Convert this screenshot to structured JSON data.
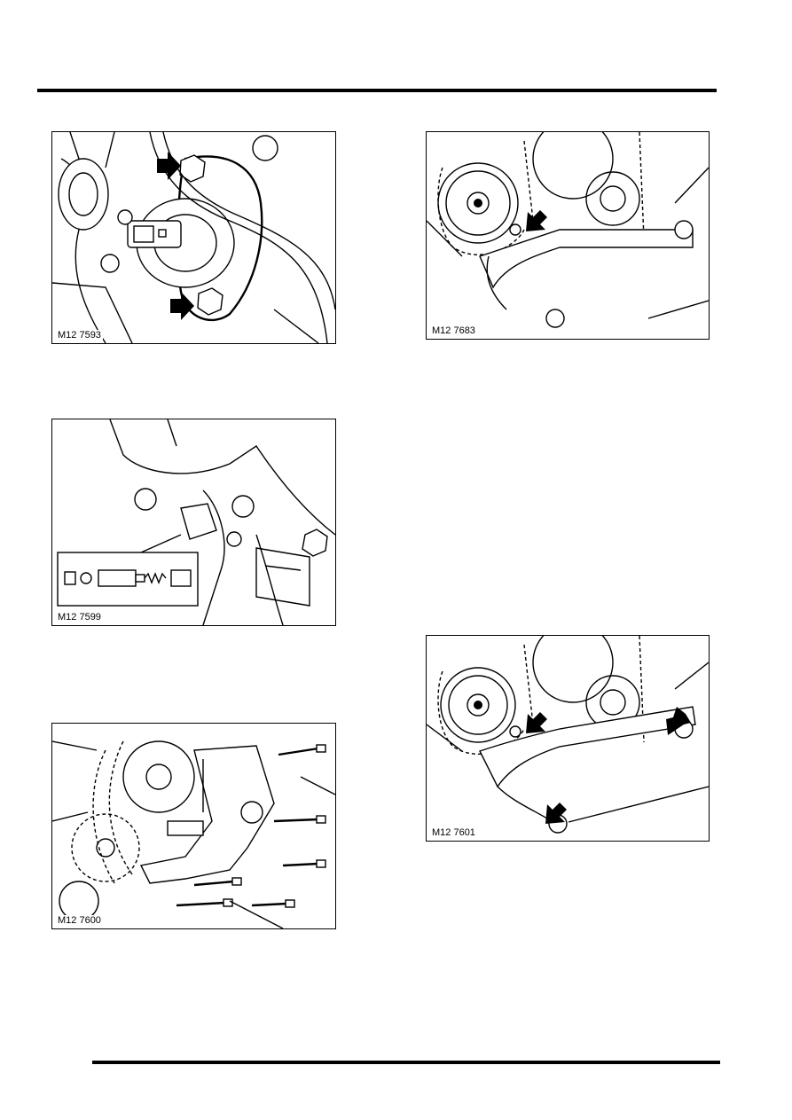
{
  "figures": [
    {
      "id": "f1",
      "label": "M12 7593",
      "arrows": 2
    },
    {
      "id": "f2",
      "label": "M12 7683",
      "arrows": 1
    },
    {
      "id": "f3",
      "label": "M12 7599",
      "arrows": 0
    },
    {
      "id": "f4",
      "label": "M12 7600",
      "arrows": 0
    },
    {
      "id": "f5",
      "label": "M12 7601",
      "arrows": 3
    }
  ]
}
